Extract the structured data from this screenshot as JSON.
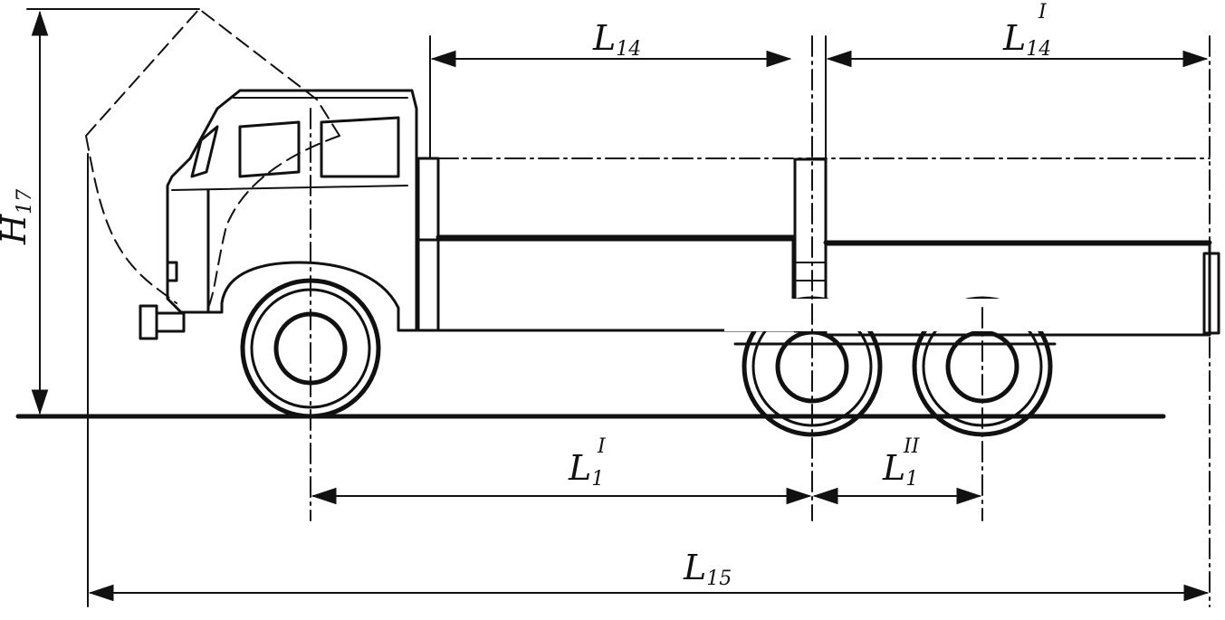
{
  "diagram": {
    "labels": {
      "l14": {
        "main": "L",
        "sub": "14",
        "sup": ""
      },
      "l14_prime": {
        "main": "L",
        "sub": "14",
        "sup": "I"
      },
      "h17": {
        "main": "H",
        "sub": "17",
        "sup": ""
      },
      "l1_prime": {
        "main": "L",
        "sub": "1",
        "sup": "I"
      },
      "l1_double_prime": {
        "main": "L",
        "sub": "1",
        "sup": "II"
      },
      "l15": {
        "main": "L",
        "sub": "15",
        "sup": ""
      }
    }
  }
}
